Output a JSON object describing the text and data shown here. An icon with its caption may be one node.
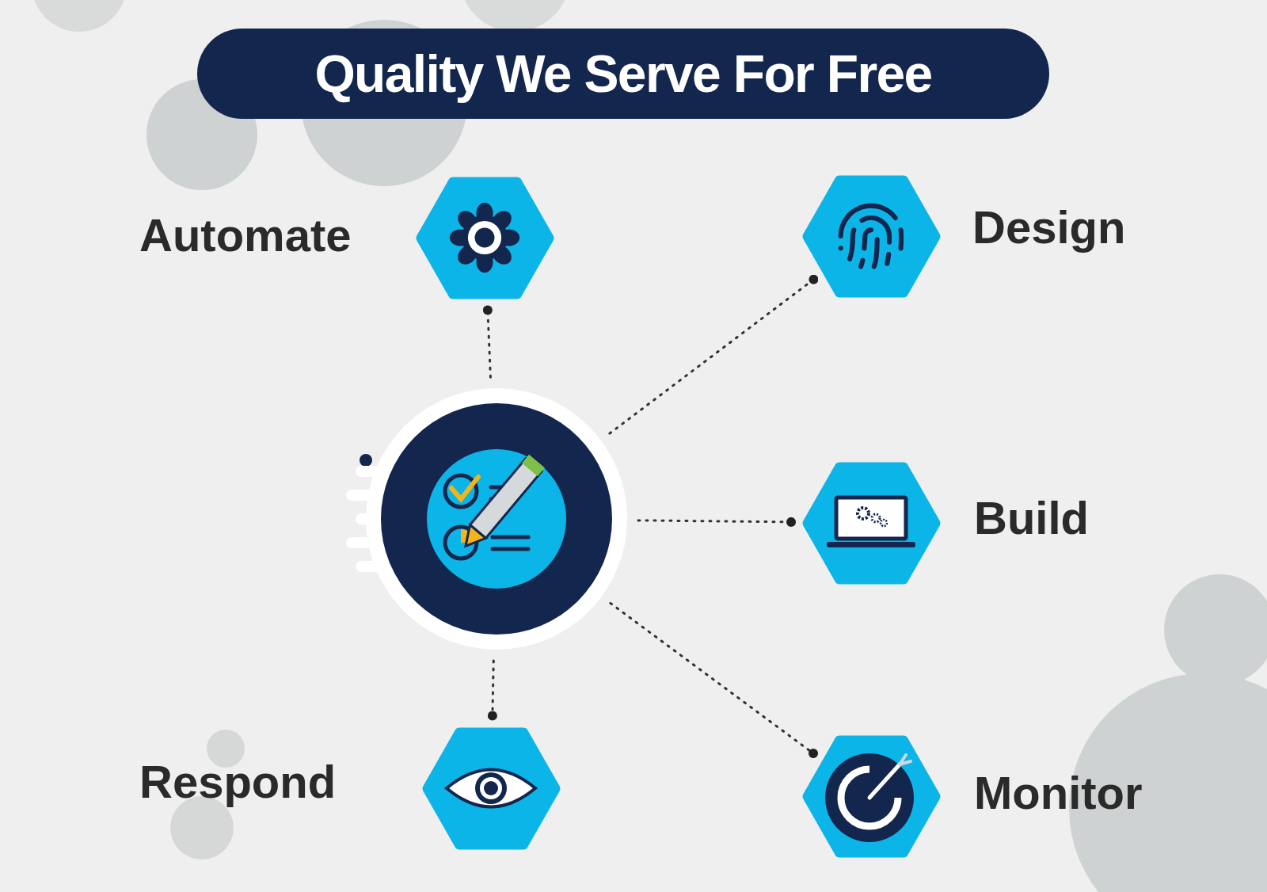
{
  "diagram": {
    "title": "Quality We Serve For Free",
    "nodes": [
      {
        "text": [],
        "shape": "circle"
      },
      {
        "text": [],
        "shape": "hexagon",
        "beside": [
          "Automate"
        ]
      },
      {
        "text": [],
        "shape": "hexagon",
        "beside": [
          "Design"
        ]
      },
      {
        "text": [],
        "shape": "hexagon",
        "beside": [
          "Build"
        ]
      },
      {
        "text": [],
        "shape": "hexagon",
        "beside": [
          "Respond"
        ]
      },
      {
        "text": [],
        "shape": "hexagon",
        "beside": [
          "Monitor"
        ]
      }
    ],
    "edges": [
      {
        "from": 0,
        "to": 1,
        "arrow": "other",
        "style": "dashed"
      },
      {
        "from": 0,
        "to": 2,
        "arrow": "other",
        "style": "dashed"
      },
      {
        "from": 0,
        "to": 3,
        "arrow": "other",
        "style": "dashed"
      },
      {
        "from": 0,
        "to": 4,
        "arrow": "other",
        "style": "dashed"
      },
      {
        "from": 0,
        "to": 5,
        "arrow": "other",
        "style": "dashed"
      }
    ]
  }
}
